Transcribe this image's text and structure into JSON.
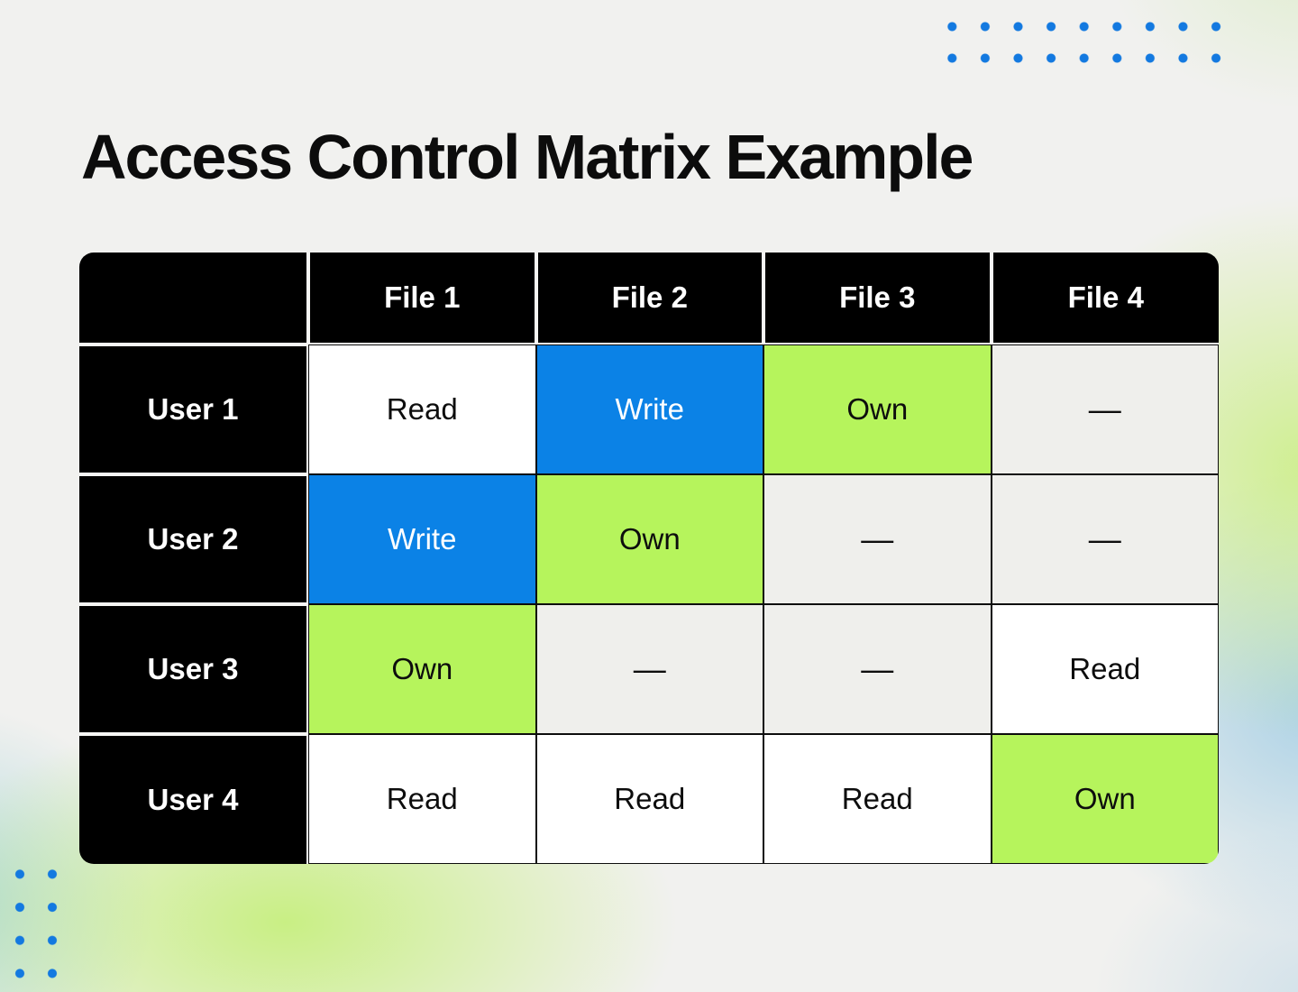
{
  "page": {
    "title": "Access Control Matrix Example"
  },
  "matrix": {
    "corner_label": "",
    "columns": [
      "File 1",
      "File 2",
      "File 3",
      "File 4"
    ],
    "rows": [
      {
        "label": "User 1",
        "cells": [
          {
            "text": "Read",
            "style": "white"
          },
          {
            "text": "Write",
            "style": "blue"
          },
          {
            "text": "Own",
            "style": "green"
          },
          {
            "text": "—",
            "style": "gray"
          }
        ]
      },
      {
        "label": "User 2",
        "cells": [
          {
            "text": "Write",
            "style": "blue"
          },
          {
            "text": "Own",
            "style": "green"
          },
          {
            "text": "—",
            "style": "gray"
          },
          {
            "text": "—",
            "style": "gray"
          }
        ]
      },
      {
        "label": "User 3",
        "cells": [
          {
            "text": "Own",
            "style": "green"
          },
          {
            "text": "—",
            "style": "gray"
          },
          {
            "text": "—",
            "style": "gray"
          },
          {
            "text": "Read",
            "style": "white"
          }
        ]
      },
      {
        "label": "User 4",
        "cells": [
          {
            "text": "Read",
            "style": "white"
          },
          {
            "text": "Read",
            "style": "white"
          },
          {
            "text": "Read",
            "style": "white"
          },
          {
            "text": "Own",
            "style": "green"
          }
        ]
      }
    ]
  },
  "colors": {
    "cell_blue": "#0b82e6",
    "cell_green": "#b6f45c",
    "cell_gray": "#efefec",
    "cell_black": "#000000",
    "dot_blue": "#1379e0",
    "page_background": "#f1f1ef"
  }
}
